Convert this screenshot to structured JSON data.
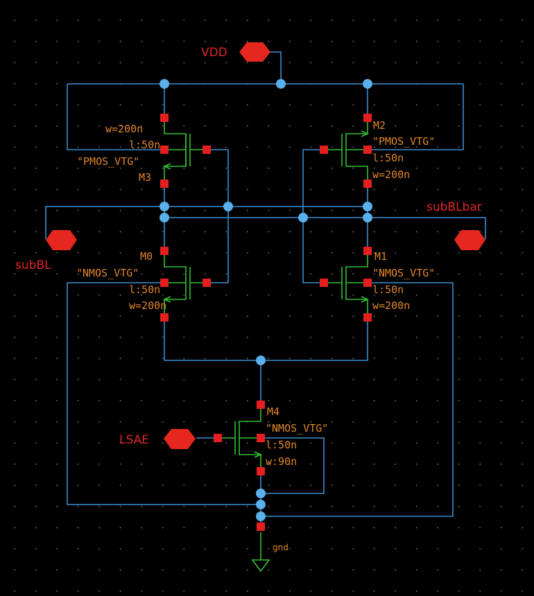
{
  "ports": {
    "vdd": "VDD",
    "subbl": "subBL",
    "subblbar": "subBLbar",
    "lsae": "LSAE",
    "gnd": "gnd"
  },
  "devices": {
    "m3": {
      "name": "M3",
      "w": "w=200n",
      "l": "l:50n",
      "model": "\"PMOS_VTG\""
    },
    "m2": {
      "name": "M2",
      "w": "w=200n",
      "l": "l:50n",
      "model": "\"PMOS_VTG\""
    },
    "m0": {
      "name": "M0",
      "w": "w=200n",
      "l": "l:50n",
      "model": "\"NMOS_VTG\""
    },
    "m1": {
      "name": "M1",
      "w": "w=200n",
      "l": "l:50n",
      "model": "\"NMOS_VTG\""
    },
    "m4": {
      "name": "M4",
      "w": "w:90n",
      "l": "l:50n",
      "model": "\"NMOS_VTG\""
    }
  },
  "colors": {
    "background": "#000000",
    "wire": "#3c8fd2",
    "device": "#35c035",
    "pin": "#e51f1f",
    "node": "#5ab0ea",
    "label": "#e0862a",
    "port_label": "#e02525"
  }
}
